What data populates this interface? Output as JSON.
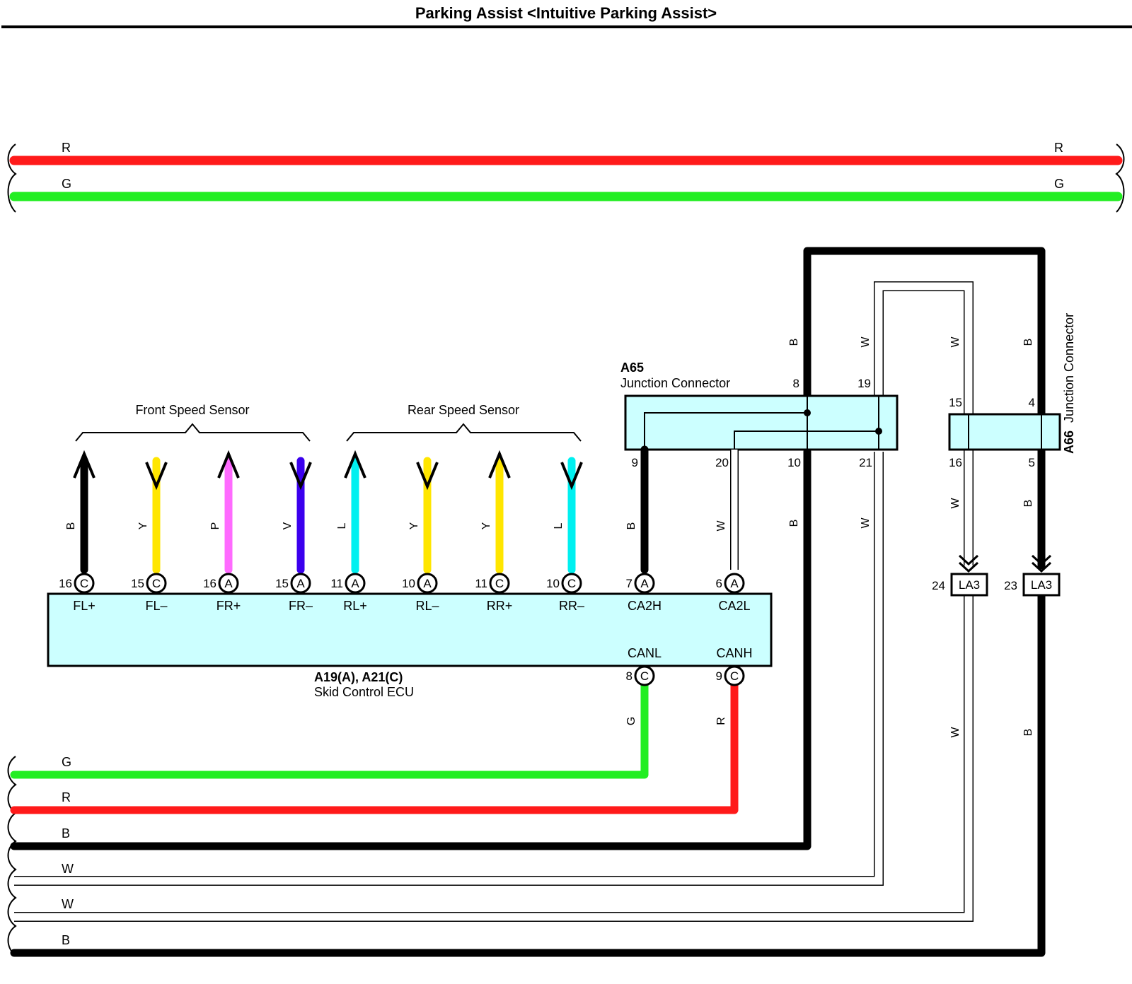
{
  "title": "Parking Assist <Intuitive Parking Assist>",
  "colors": {
    "R": "#ff1a1a",
    "G": "#22ee22",
    "B": "#000000",
    "W": "#ffffff",
    "Y": "#ffe600",
    "P": "#ff6bff",
    "V": "#3b00ee",
    "L": "#00f0f0",
    "connector_fill": "#ccffff"
  },
  "top_bus": [
    {
      "code": "R",
      "color": "R"
    },
    {
      "code": "G",
      "color": "G"
    }
  ],
  "front_group_label": "Front Speed Sensor",
  "rear_group_label": "Rear Speed Sensor",
  "ecu": {
    "name": "A19(A), A21(C)",
    "desc": "Skid Control ECU",
    "top_pins": [
      {
        "pin": "16",
        "conn": "C",
        "label": "FL+",
        "wire": "B",
        "dir": "up"
      },
      {
        "pin": "15",
        "conn": "C",
        "label": "FL–",
        "wire": "Y",
        "dir": "down"
      },
      {
        "pin": "16",
        "conn": "A",
        "label": "FR+",
        "wire": "P",
        "dir": "up"
      },
      {
        "pin": "15",
        "conn": "A",
        "label": "FR–",
        "wire": "V",
        "dir": "down"
      },
      {
        "pin": "11",
        "conn": "A",
        "label": "RL+",
        "wire": "L",
        "dir": "up"
      },
      {
        "pin": "10",
        "conn": "A",
        "label": "RL–",
        "wire": "Y",
        "dir": "down"
      },
      {
        "pin": "11",
        "conn": "C",
        "label": "RR+",
        "wire": "Y",
        "dir": "up"
      },
      {
        "pin": "10",
        "conn": "C",
        "label": "RR–",
        "wire": "L",
        "dir": "down"
      },
      {
        "pin": "7",
        "conn": "A",
        "label": "CA2H",
        "wire": "B",
        "dir": "none"
      },
      {
        "pin": "6",
        "conn": "A",
        "label": "CA2L",
        "wire": "W",
        "dir": "none"
      }
    ],
    "bottom_pins": [
      {
        "pin": "8",
        "conn": "C",
        "label": "CANL",
        "wire": "G"
      },
      {
        "pin": "9",
        "conn": "C",
        "label": "CANH",
        "wire": "R"
      }
    ]
  },
  "a65": {
    "name": "A65",
    "desc": "Junction Connector",
    "pins": {
      "p8": "8",
      "p19": "19",
      "p9": "9",
      "p20": "20",
      "p10": "10",
      "p21": "21"
    }
  },
  "a66": {
    "name": "A66",
    "desc": "Junction Connector",
    "pins": {
      "p15": "15",
      "p4": "4",
      "p16": "16",
      "p5": "5"
    }
  },
  "la3": [
    {
      "pin": "24",
      "name": "LA3"
    },
    {
      "pin": "23",
      "name": "LA3"
    }
  ],
  "wire_codes": {
    "a65_in_b": "B",
    "a65_in_w": "W",
    "a66_in_w": "W",
    "a66_in_b": "B",
    "a65_ecu_b": "B",
    "a65_ecu_w": "W",
    "a65_out_b": "B",
    "a65_out_w": "W",
    "a66_out_w": "W",
    "a66_out_b": "B",
    "la3_w": "W",
    "la3_b": "B",
    "can_g": "G",
    "can_r": "R"
  },
  "bottom_bus": [
    {
      "code": "G",
      "color": "G"
    },
    {
      "code": "R",
      "color": "R"
    },
    {
      "code": "B",
      "color": "B"
    },
    {
      "code": "W",
      "color": "W"
    },
    {
      "code": "W",
      "color": "W"
    },
    {
      "code": "B",
      "color": "B"
    }
  ]
}
